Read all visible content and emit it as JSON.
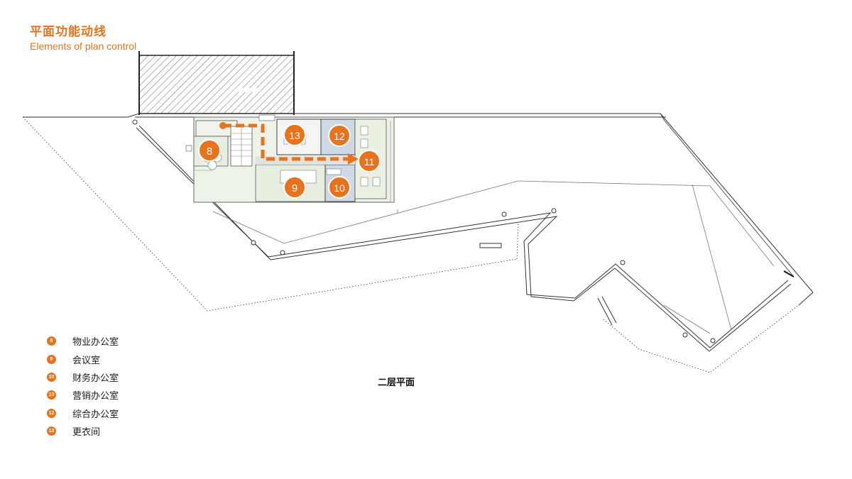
{
  "header": {
    "title_cn": "平面功能动线",
    "title_en": "Elements of plan control"
  },
  "plan": {
    "floor_label": "二层平面",
    "accent_color": "#e8731c",
    "markers": [
      {
        "number": "8"
      },
      {
        "number": "13"
      },
      {
        "number": "12"
      },
      {
        "number": "11"
      },
      {
        "number": "9"
      },
      {
        "number": "10"
      }
    ]
  },
  "legend": {
    "items": [
      {
        "number": "8",
        "label": "物业办公室"
      },
      {
        "number": "9",
        "label": "会议室"
      },
      {
        "number": "10",
        "label": "财务办公室"
      },
      {
        "number": "13",
        "label": "营销办公室"
      },
      {
        "number": "12",
        "label": "综合办公室"
      },
      {
        "number": "13",
        "label": "更衣间"
      }
    ]
  }
}
